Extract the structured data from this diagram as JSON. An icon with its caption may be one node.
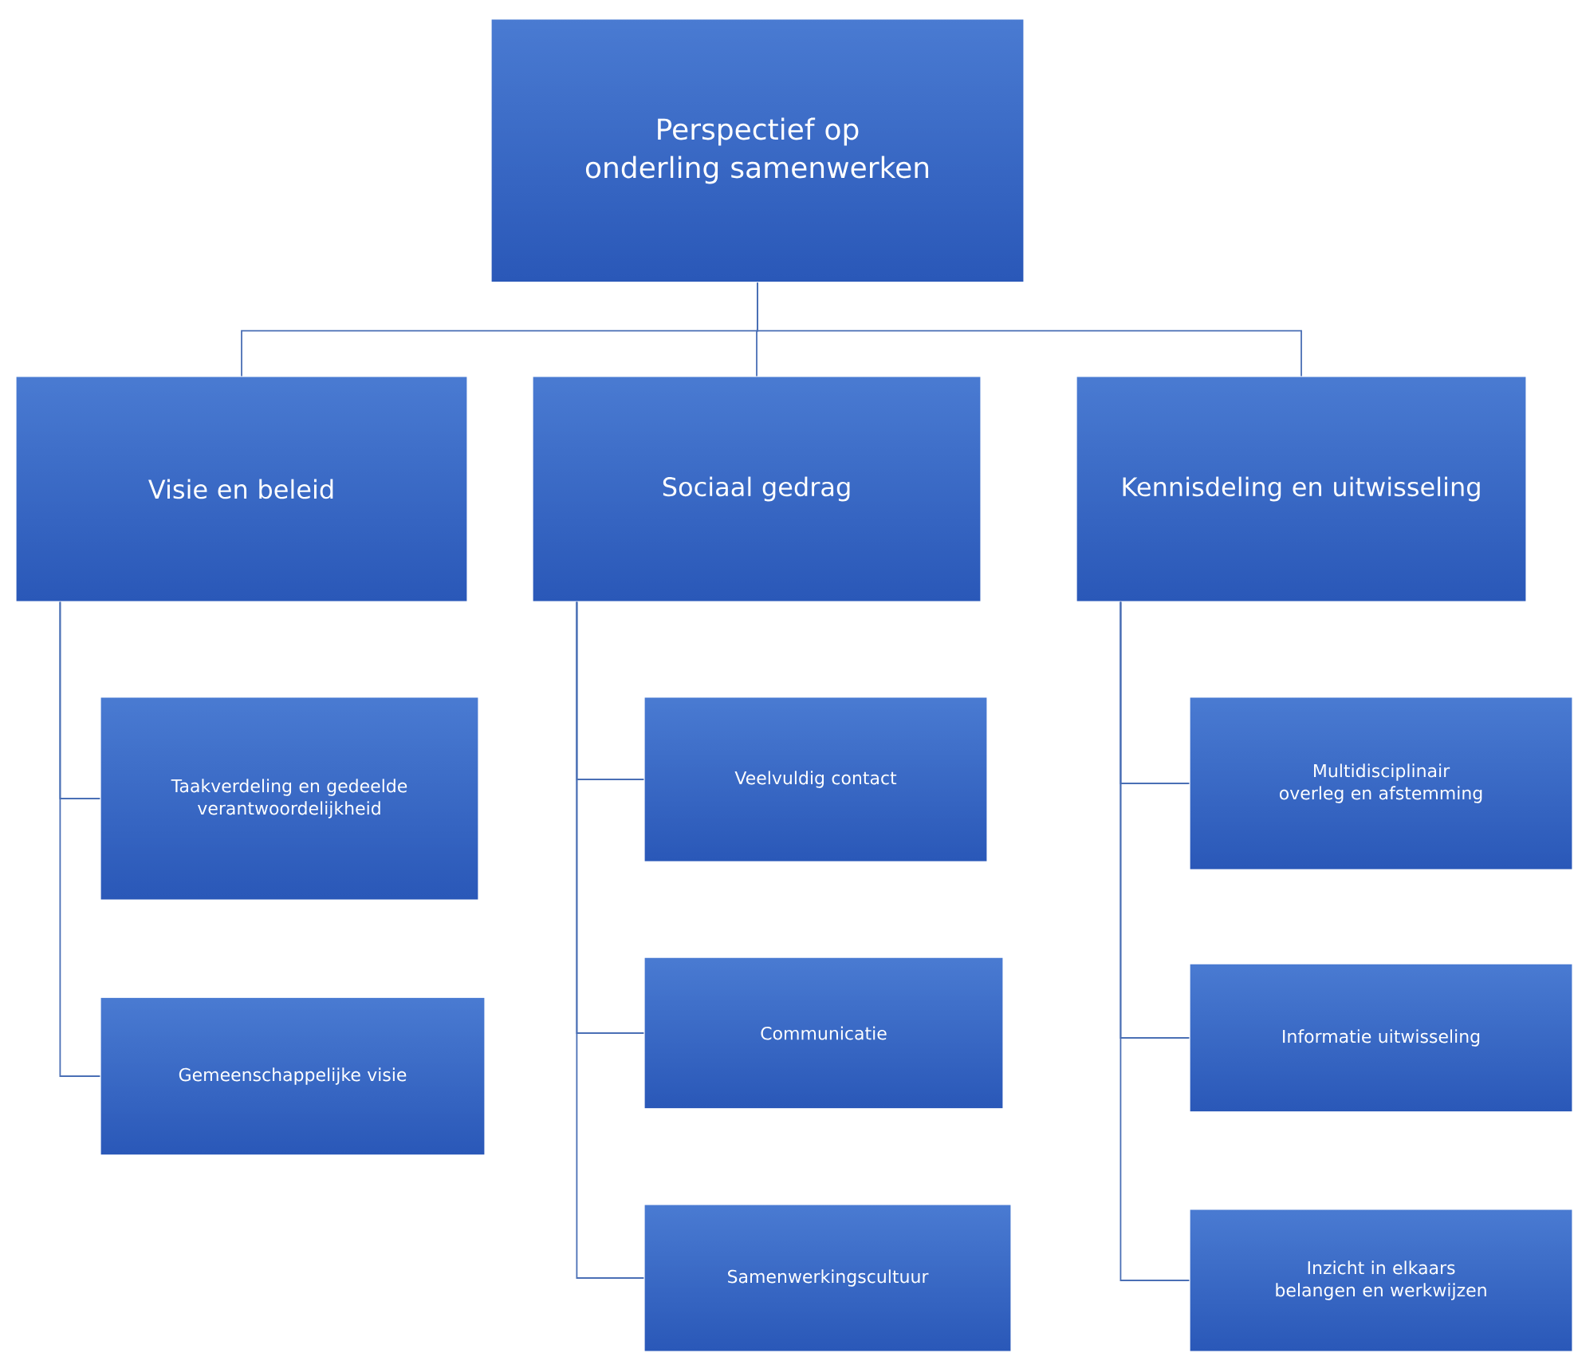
{
  "diagram": {
    "nodes": [
      {
        "text": [
          "Perspectief op onderling samenwerken"
        ]
      },
      {
        "text": [
          "Visie en beleid"
        ]
      },
      {
        "text": [
          "Sociaal gedrag"
        ]
      },
      {
        "text": [
          "Kennisdeling en uitwisseling"
        ]
      },
      {
        "text": [
          "Taakverdeling en gedeelde verantwoordelijkheid"
        ]
      },
      {
        "text": [
          "Gemeenschappelijke visie"
        ]
      },
      {
        "text": [
          "Veelvuldig contact"
        ]
      },
      {
        "text": [
          "Communicatie"
        ]
      },
      {
        "text": [
          "Samenwerkingscultuur"
        ]
      },
      {
        "text": [
          "Multidisciplinair overleg en afstemming"
        ]
      },
      {
        "text": [
          "Informatie uitwisseling"
        ]
      },
      {
        "text": [
          "Inzicht in elkaars belangen en werkwijzen"
        ]
      }
    ],
    "edges": [
      {
        "from": 0,
        "to": 1,
        "arrow": "none"
      },
      {
        "from": 0,
        "to": 2,
        "arrow": "none"
      },
      {
        "from": 0,
        "to": 3,
        "arrow": "none"
      },
      {
        "from": 1,
        "to": 4,
        "arrow": "none"
      },
      {
        "from": 1,
        "to": 5,
        "arrow": "none"
      },
      {
        "from": 2,
        "to": 6,
        "arrow": "none"
      },
      {
        "from": 2,
        "to": 7,
        "arrow": "none"
      },
      {
        "from": 2,
        "to": 8,
        "arrow": "none"
      },
      {
        "from": 3,
        "to": 9,
        "arrow": "none"
      },
      {
        "from": 3,
        "to": 10,
        "arrow": "none"
      },
      {
        "from": 3,
        "to": 11,
        "arrow": "none"
      }
    ]
  }
}
